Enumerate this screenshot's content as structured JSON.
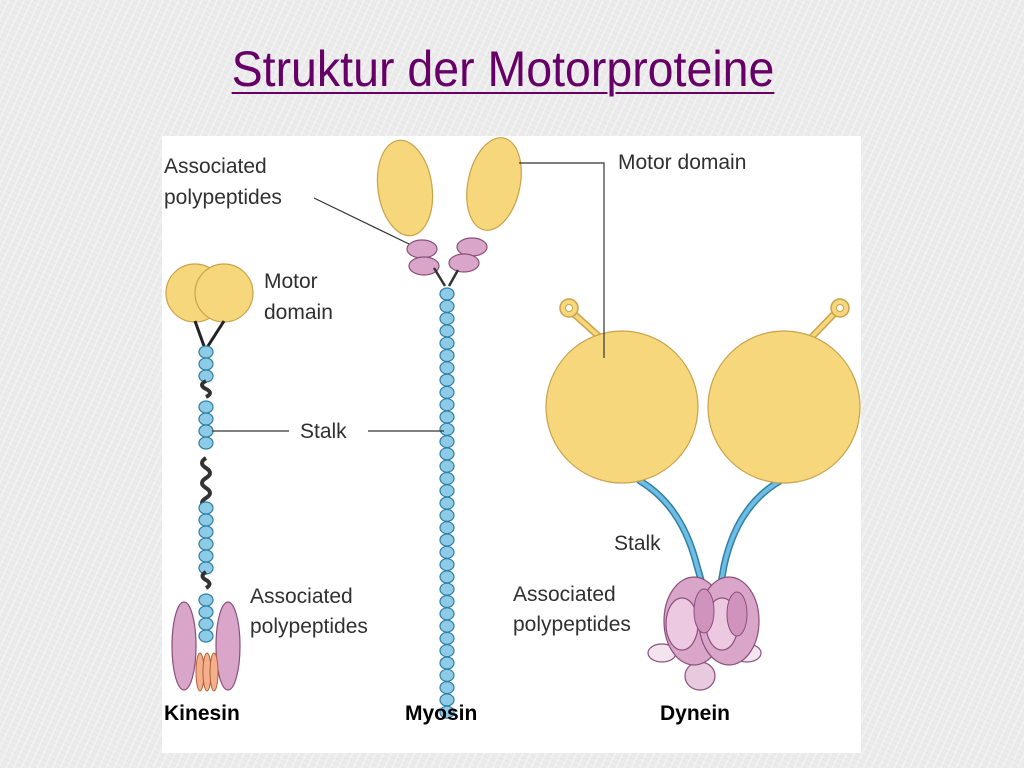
{
  "slide": {
    "title": "Struktur der Motorproteine"
  },
  "proteins": [
    {
      "name": "Kinesin",
      "labels": {
        "motor_line1": "Motor",
        "motor_line2": "domain",
        "assoc_line1": "Associated",
        "assoc_line2": "polypeptides"
      }
    },
    {
      "name": "Myosin",
      "labels": {
        "assoc_line1": "Associated",
        "assoc_line2": "polypeptides",
        "stalk": "Stalk"
      }
    },
    {
      "name": "Dynein",
      "labels": {
        "motor": "Motor domain",
        "stalk": "Stalk",
        "assoc_line1": "Associated",
        "assoc_line2": "polypeptides"
      }
    }
  ],
  "colors": {
    "title": "#660066",
    "motor_domain": "#f7d77b",
    "motor_domain_stroke": "#c9a24a",
    "stalk_bead": "#8ecbe6",
    "stalk_bead_stroke": "#2f7fa6",
    "assoc_polypeptide": "#d9a6c9",
    "assoc_stroke": "#8a4f7a",
    "dynein_stalk": "#4aa6d4"
  }
}
